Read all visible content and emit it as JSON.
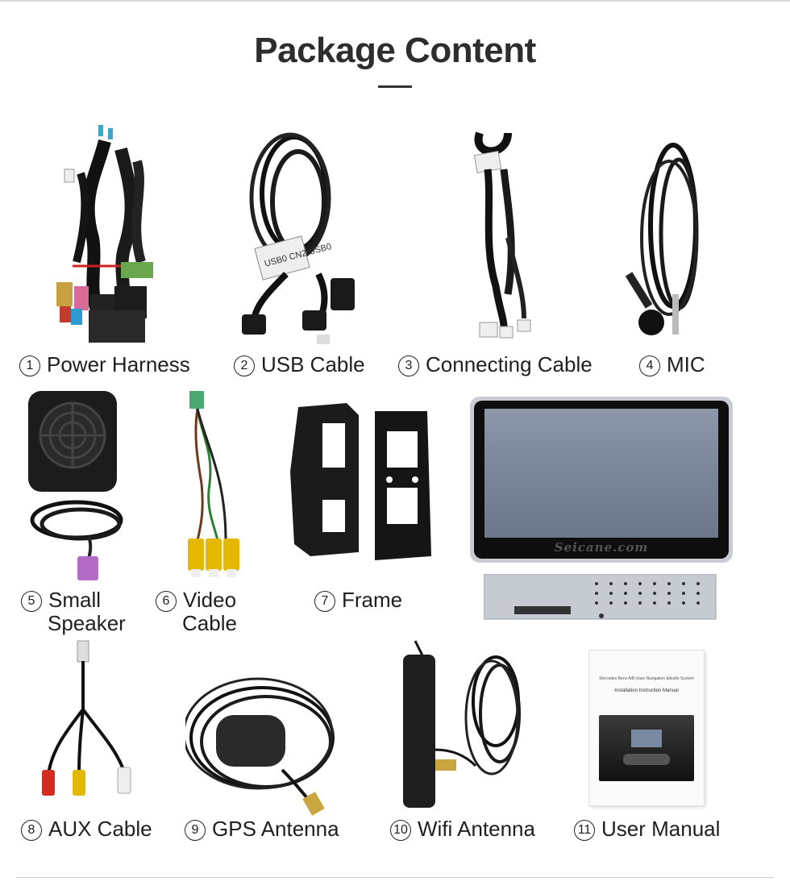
{
  "header": {
    "title": "Package Content"
  },
  "items": [
    {
      "num": "1",
      "label": "Power Harness"
    },
    {
      "num": "2",
      "label": "USB Cable"
    },
    {
      "num": "3",
      "label": "Connecting Cable"
    },
    {
      "num": "4",
      "label": "MIC"
    },
    {
      "num": "5",
      "label_line1": "Small",
      "label_line2": "Speaker"
    },
    {
      "num": "6",
      "label_line1": "Video",
      "label_line2": "Cable"
    },
    {
      "num": "7",
      "label": "Frame"
    },
    {
      "num": "8",
      "label": "AUX Cable"
    },
    {
      "num": "9",
      "label": "GPS Antenna"
    },
    {
      "num": "10",
      "label": "Wifi Antenna"
    },
    {
      "num": "11",
      "label": "User Manual"
    }
  ],
  "product": {
    "watermark": "Seicane.com"
  },
  "manual": {
    "header_text": "Mercedes Benz A/B class Navigation &Audio System",
    "title_text": "Installation Instruction Manual"
  },
  "usb_tag_text": "USB0 CN2 USB0"
}
